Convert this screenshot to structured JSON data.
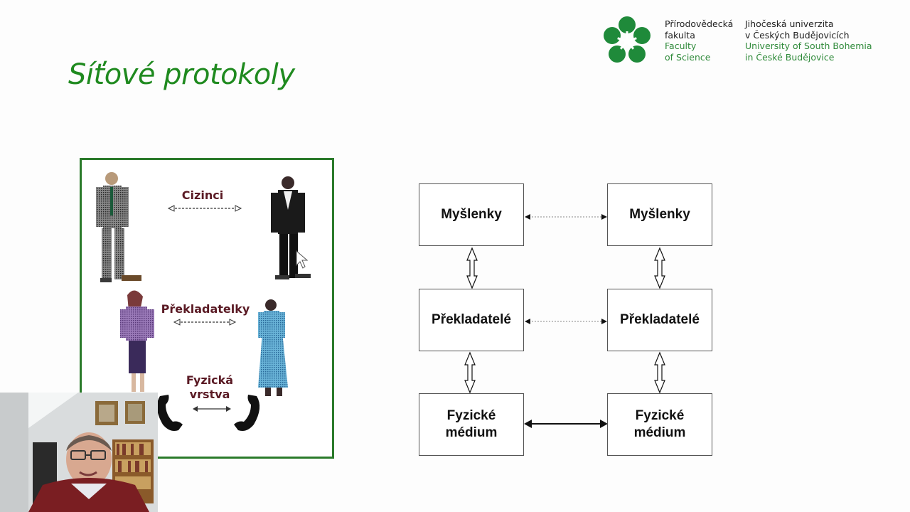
{
  "slide": {
    "title": "Síťové protokoly"
  },
  "logo": {
    "faculty_cz_line1": "Přírodovědecká",
    "faculty_cz_line2": "fakulta",
    "faculty_en_line1": "Faculty",
    "faculty_en_line2": "of Science",
    "university_cz_line1": "Jihočeská univerzita",
    "university_cz_line2": "v Českých Budějovicích",
    "university_en_line1": "University of South Bohemia",
    "university_en_line2": "in České Budějovice",
    "brand_color": "#1f8a3a"
  },
  "illustration": {
    "label_top": "Cizinci",
    "label_middle": "Překladatelky",
    "label_bottom_line1": "Fyzická",
    "label_bottom_line2": "vrstva",
    "label_color": "#5a1a24",
    "frame_color": "#2a7a2a"
  },
  "diagram": {
    "left_top": "Myšlenky",
    "left_middle": "Překladatelé",
    "left_bottom_line1": "Fyzické",
    "left_bottom_line2": "médium",
    "right_top": "Myšlenky",
    "right_middle": "Překladatelé",
    "right_bottom_line1": "Fyzické",
    "right_bottom_line2": "médium"
  },
  "icons": {
    "logo": "linden-leaf-flower-icon",
    "cursor": "mouse-pointer-icon"
  }
}
